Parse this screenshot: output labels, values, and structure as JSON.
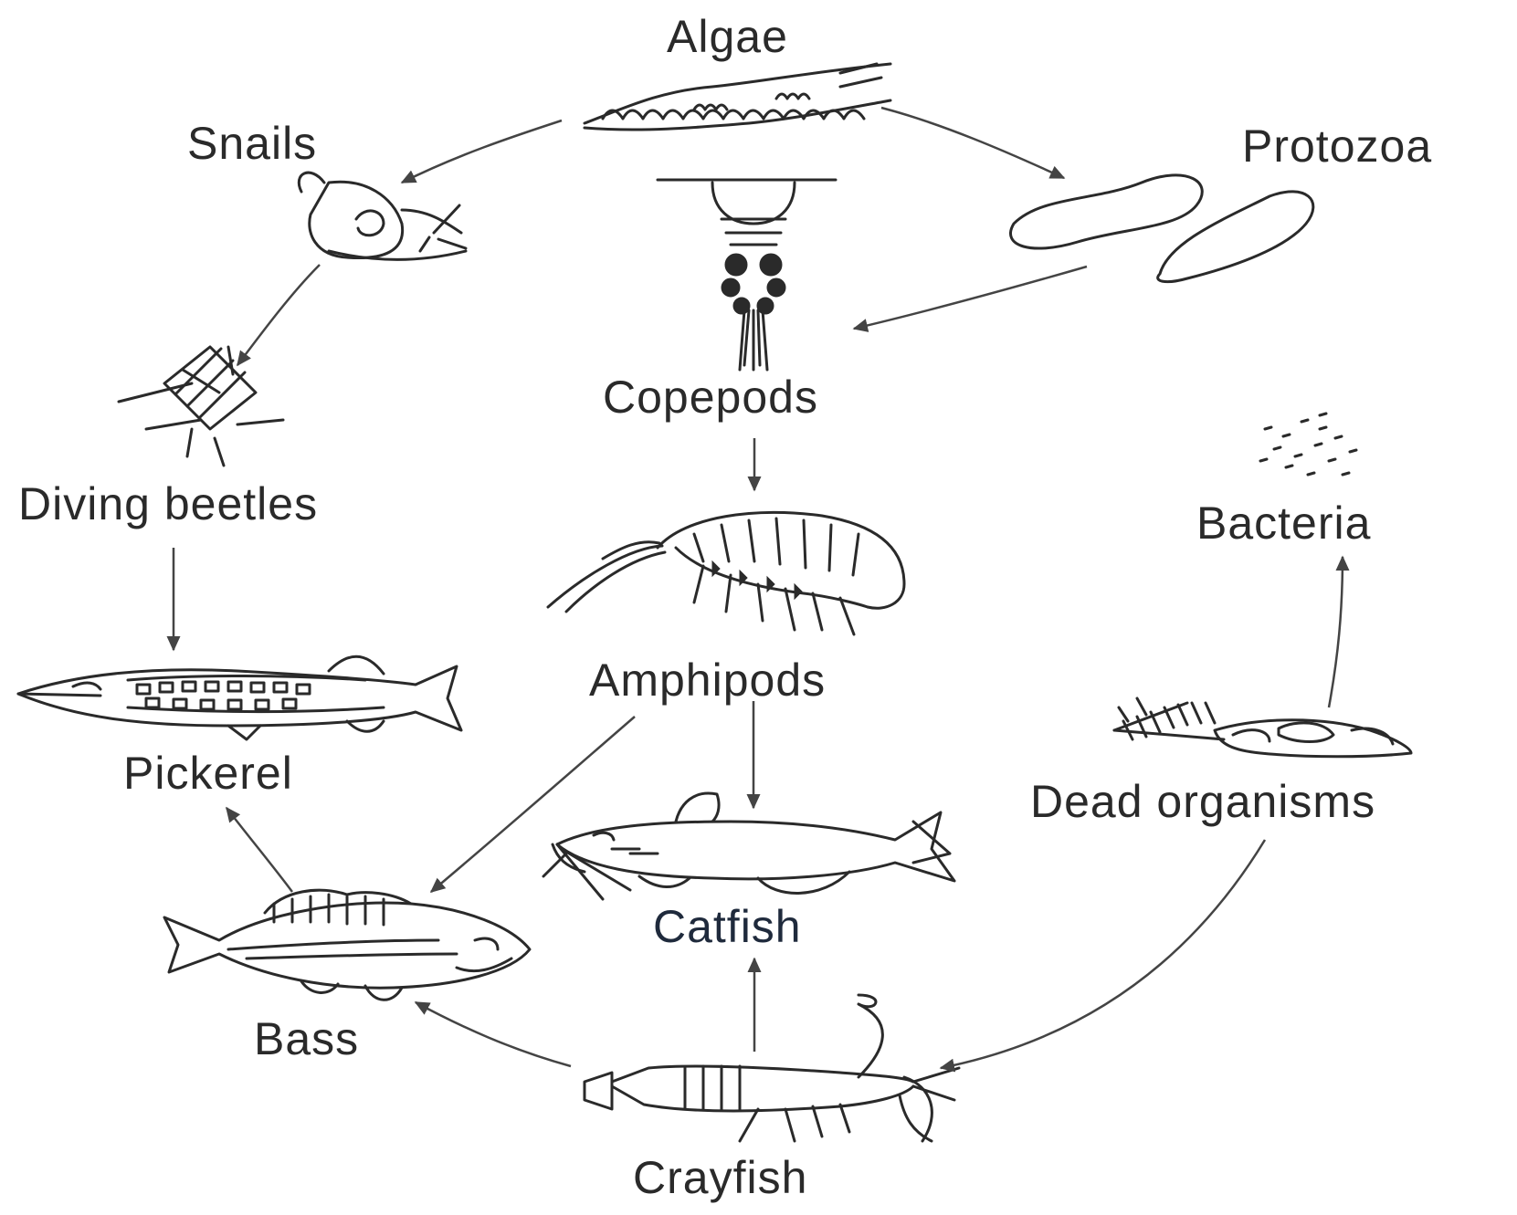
{
  "diagram": {
    "nodes": [
      {
        "id": "algae",
        "label": "Algae",
        "icon": "algae-icon"
      },
      {
        "id": "snails",
        "label": "Snails",
        "icon": "snail-icon"
      },
      {
        "id": "protozoa",
        "label": "Protozoa",
        "icon": "protozoa-icon"
      },
      {
        "id": "copepods",
        "label": "Copepods",
        "icon": "copepod-icon"
      },
      {
        "id": "diving_beetles",
        "label": "Diving beetles",
        "icon": "beetle-icon"
      },
      {
        "id": "bacteria",
        "label": "Bacteria",
        "icon": "bacteria-icon"
      },
      {
        "id": "amphipods",
        "label": "Amphipods",
        "icon": "amphipod-icon"
      },
      {
        "id": "pickerel",
        "label": "Pickerel",
        "icon": "pickerel-icon"
      },
      {
        "id": "dead_organisms",
        "label": "Dead organisms",
        "icon": "dead-fish-icon"
      },
      {
        "id": "catfish",
        "label": "Catfish",
        "icon": "catfish-icon"
      },
      {
        "id": "bass",
        "label": "Bass",
        "icon": "bass-icon"
      },
      {
        "id": "crayfish",
        "label": "Crayfish",
        "icon": "crayfish-icon"
      }
    ],
    "edges": [
      {
        "from": "algae",
        "to": "snails"
      },
      {
        "from": "algae",
        "to": "protozoa"
      },
      {
        "from": "protozoa",
        "to": "copepods"
      },
      {
        "from": "snails",
        "to": "diving_beetles"
      },
      {
        "from": "copepods",
        "to": "amphipods"
      },
      {
        "from": "diving_beetles",
        "to": "pickerel"
      },
      {
        "from": "amphipods",
        "to": "catfish"
      },
      {
        "from": "amphipods",
        "to": "bass"
      },
      {
        "from": "bass",
        "to": "pickerel"
      },
      {
        "from": "crayfish",
        "to": "catfish"
      },
      {
        "from": "crayfish",
        "to": "bass"
      },
      {
        "from": "dead_organisms",
        "to": "bacteria"
      },
      {
        "from": "dead_organisms",
        "to": "crayfish"
      }
    ]
  }
}
